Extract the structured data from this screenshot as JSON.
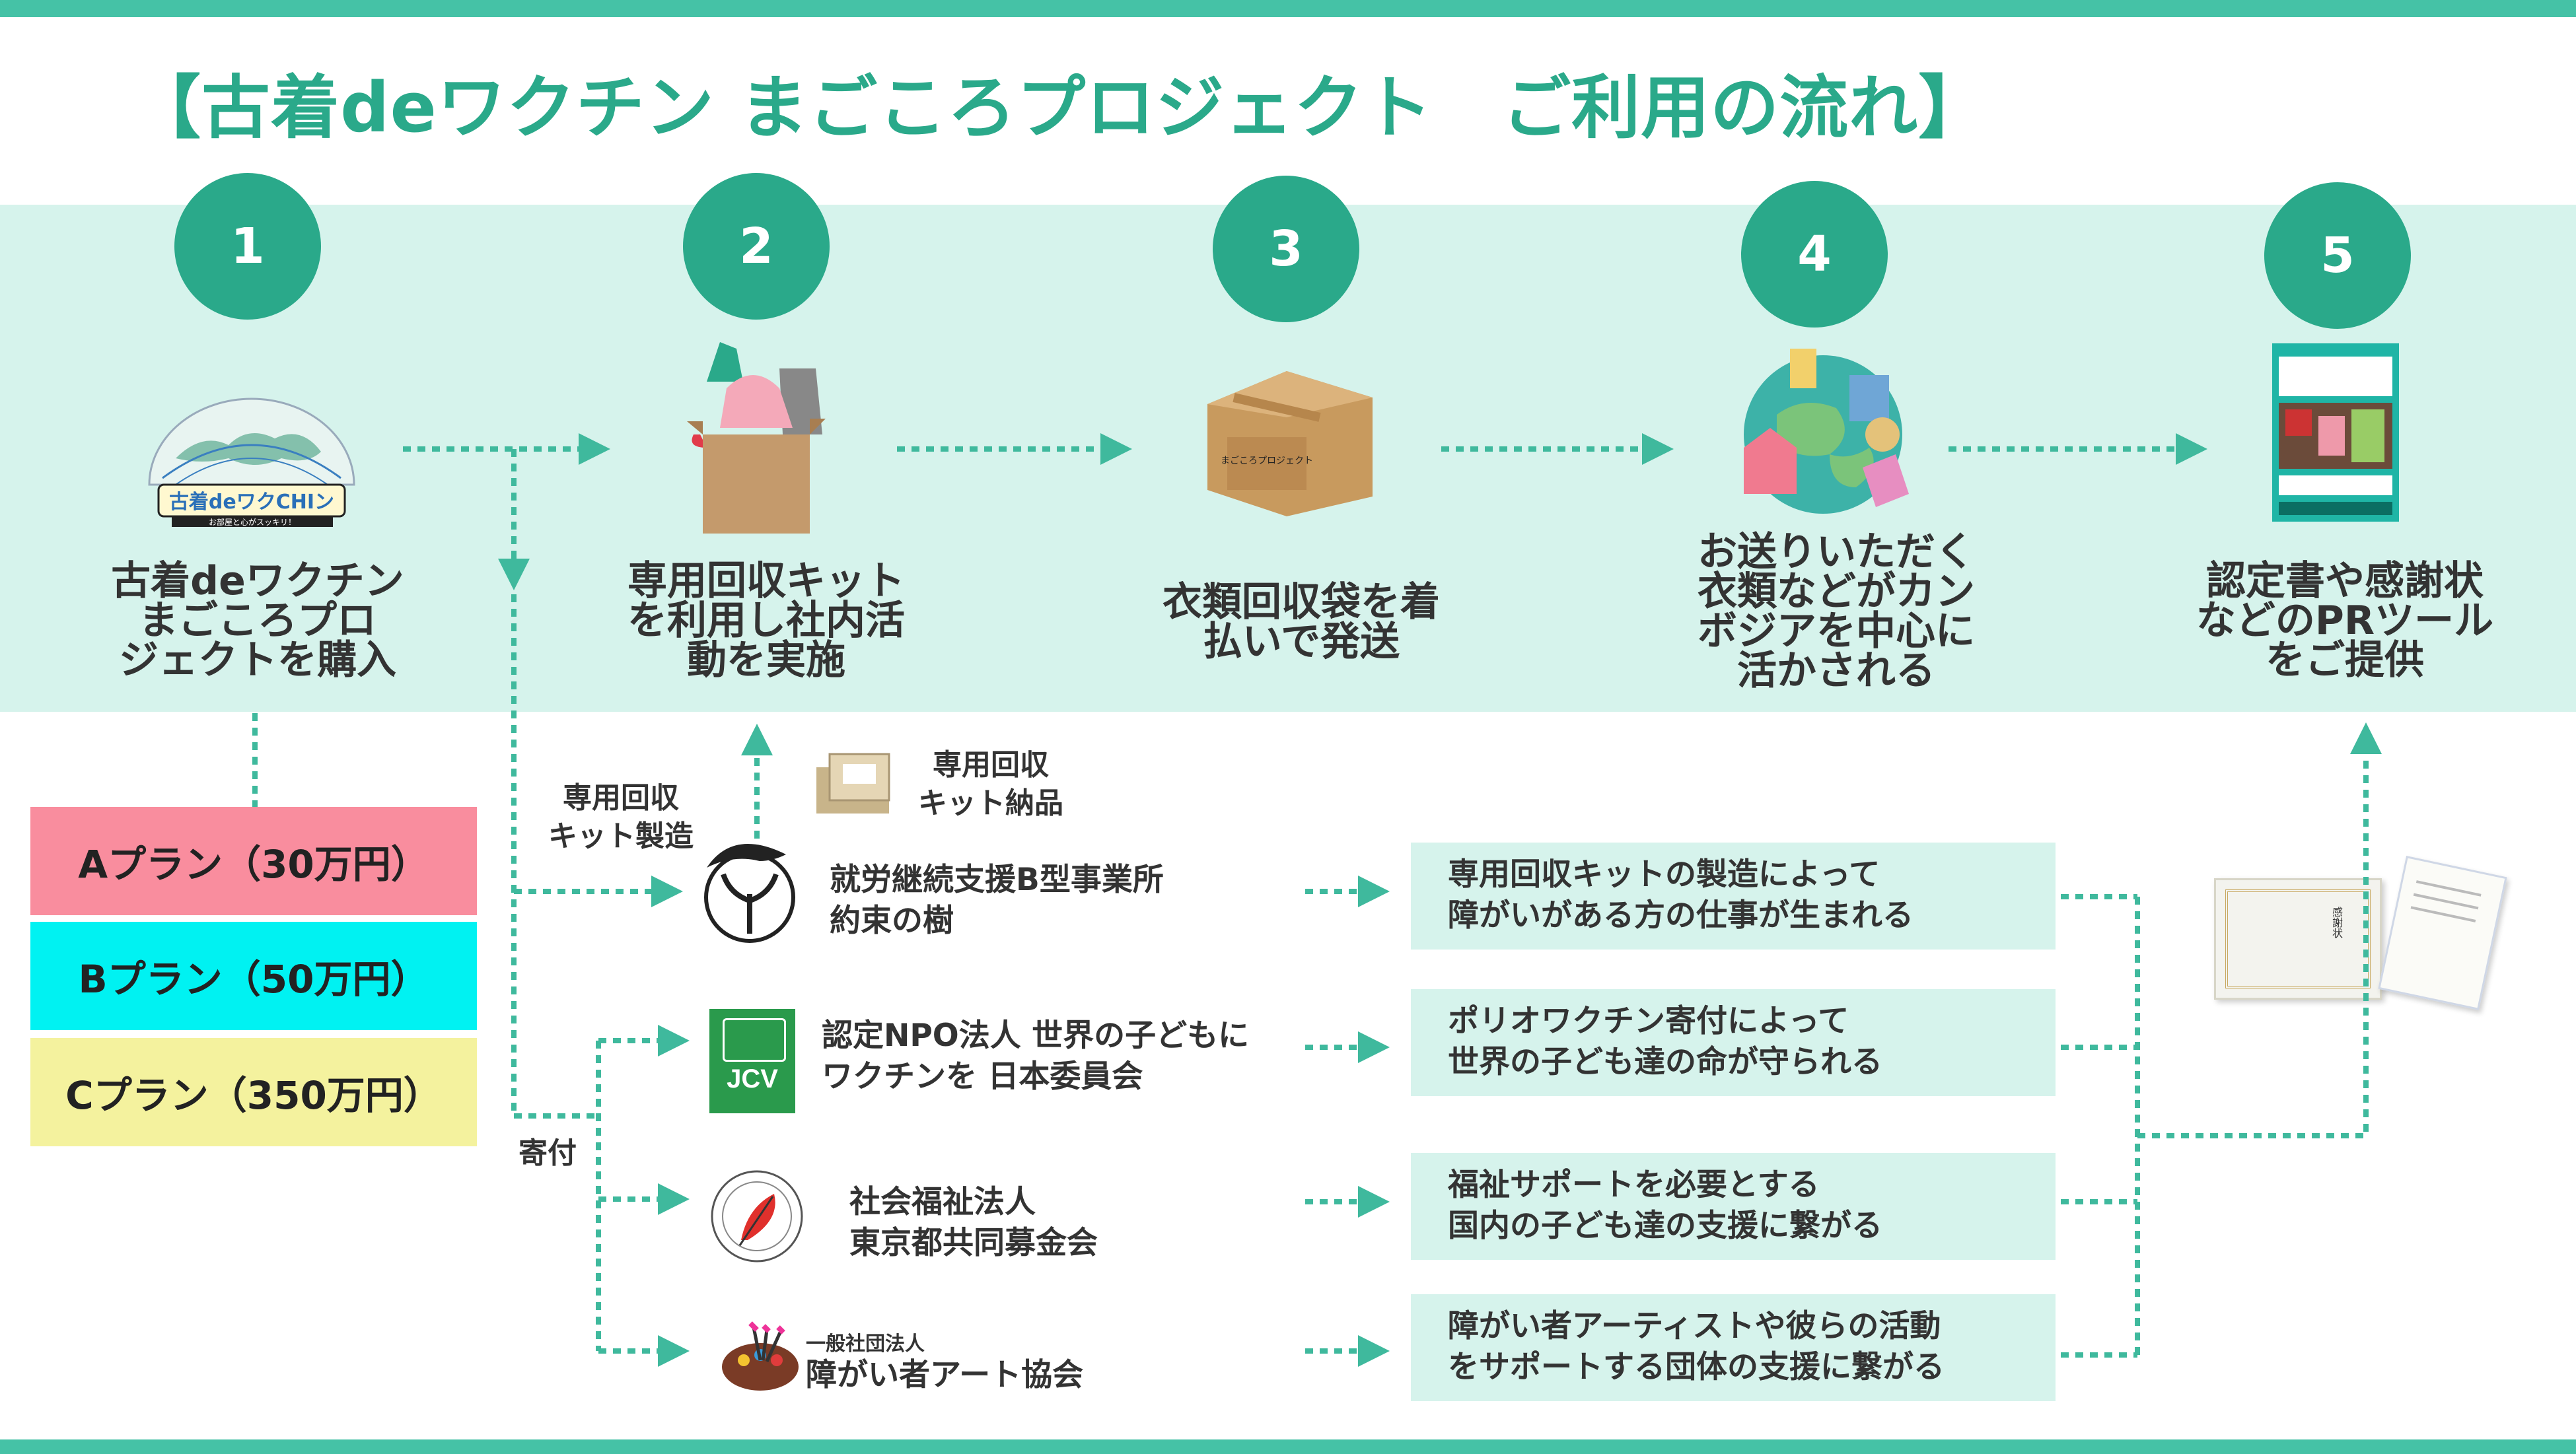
{
  "title": "【古着deワクチン まごころプロジェクト　ご利用の流れ】",
  "colors": {
    "accent": "#2aa98a",
    "band": "#d6f3ec",
    "arrow": "#3fb99d",
    "plan_a": "#f98d9e",
    "plan_b": "#00f2f2",
    "plan_c": "#f4f29e"
  },
  "steps": [
    {
      "number": "1",
      "text": "古着deワクチン\nまごころプロ\nジェクトを購入",
      "icon": "world-map-logo-icon"
    },
    {
      "number": "2",
      "text": "専用回収キット\nを利用し社内活\n動を実施",
      "icon": "clothes-box-icon"
    },
    {
      "number": "3",
      "text": "衣類回収袋を着\n払いで発送",
      "icon": "cardboard-box-icon"
    },
    {
      "number": "4",
      "text": "お送りいただく\n衣類などがカン\nボジアを中心に\n活かされる",
      "icon": "globe-clothes-icon"
    },
    {
      "number": "5",
      "text": "認定書や感謝状\nなどのPRツール\nをご提供",
      "icon": "certificate-poster-icon"
    }
  ],
  "logo_text": {
    "main": "古着deワクCHIン",
    "sub": "お部屋と心がスッキリ！"
  },
  "plans": [
    {
      "label": "Aプラン（30万円）"
    },
    {
      "label": "Bプラン（50万円）"
    },
    {
      "label": "Cプラン（350万円）"
    }
  ],
  "labels": {
    "kit_manufacture": "専用回収\nキット製造",
    "kit_delivery": "専用回収\nキット納品",
    "donation": "寄付"
  },
  "organizations": [
    {
      "name": "就労継続支援B型事業所\n約束の樹",
      "icon": "tree-promise-logo-icon"
    },
    {
      "name": "認定NPO法人 世界の子どもに\nワクチンを 日本委員会",
      "icon": "jcv-logo-icon",
      "logo_text": "JCV"
    },
    {
      "name": "社会福祉法人\n東京都共同募金会",
      "icon": "red-feather-logo-icon"
    },
    {
      "name_sub": "一般社団法人",
      "name": "障がい者アート協会",
      "icon": "art-palette-logo-icon"
    }
  ],
  "benefits": [
    "専用回収キットの製造によって\n障がいがある方の仕事が生まれる",
    "ポリオワクチン寄付によって\n世界の子ども達の命が守られる",
    "福祉サポートを必要とする\n国内の子ども達の支援に繋がる",
    "障がい者アーティストや彼らの活動\nをサポートする団体の支援に繋がる"
  ],
  "certificate_text": "感謝状"
}
